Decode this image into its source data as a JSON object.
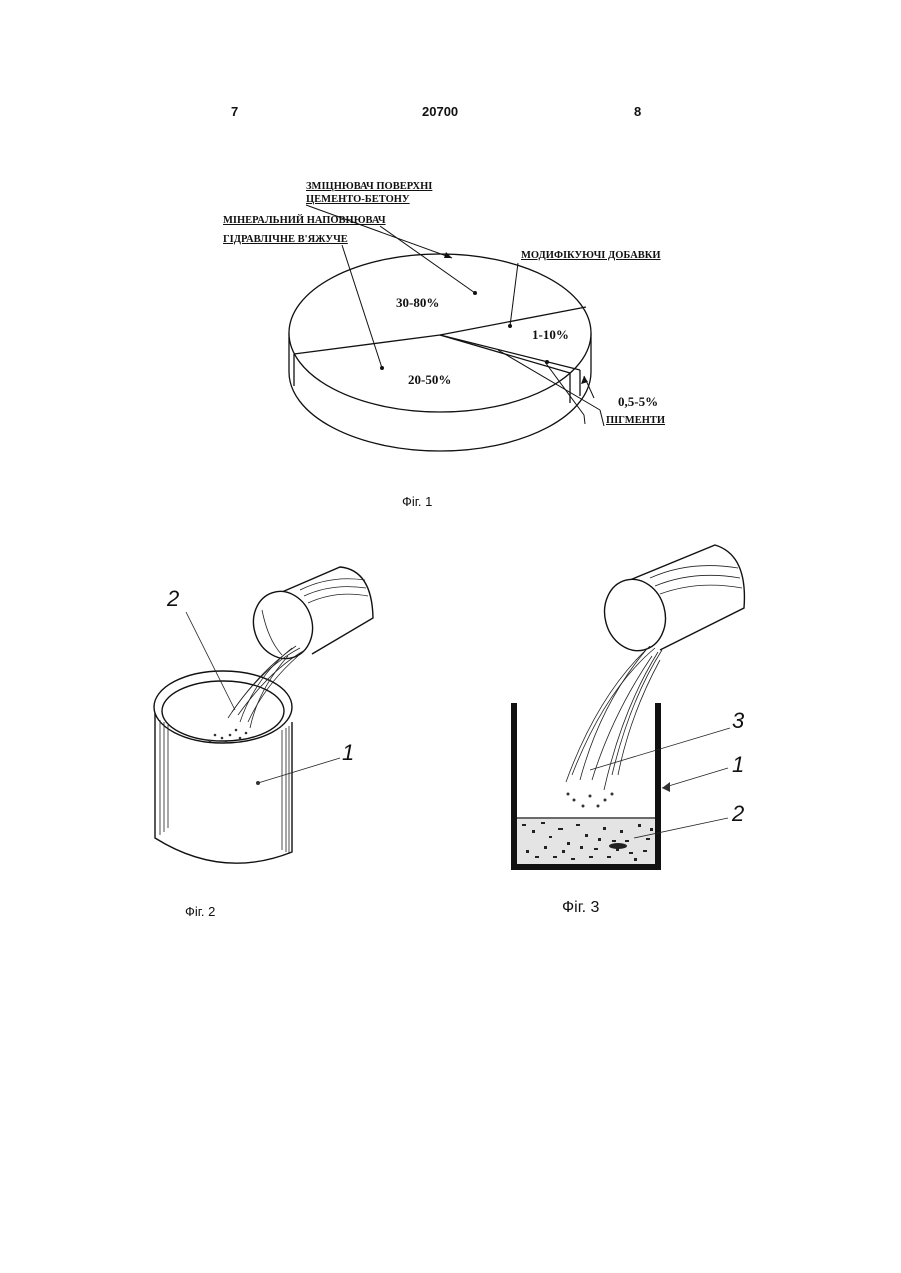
{
  "header": {
    "left_page": "7",
    "doc_number": "20700",
    "right_page": "8"
  },
  "fig1": {
    "caption": "Фіг. 1",
    "labels": {
      "hardener_line1": "ЗМІЦНЮВАЧ  ПОВЕРХНІ",
      "hardener_line2": "ЦЕМЕНТО-БЕТОНУ",
      "mineral_filler": "МІНЕРАЛЬНИЙ НАПОВНЮВАЧ",
      "hydraulic_binder": "ГІДРАВЛІЧНЕ В'ЯЖУЧЕ",
      "modifiers": "МОДИФІКУЮЧІ ДОБАВКИ",
      "pigments": "ПІГМЕНТИ"
    },
    "percents": {
      "filler": "30-80%",
      "binder": "20-50%",
      "modifiers": "1-10%",
      "pigments": "0,5-5%"
    }
  },
  "fig2": {
    "caption": "Фіг. 2",
    "label_1": "1",
    "label_2": "2"
  },
  "fig3": {
    "caption": "Фіг. 3",
    "label_1": "1",
    "label_2": "2",
    "label_3": "3"
  }
}
